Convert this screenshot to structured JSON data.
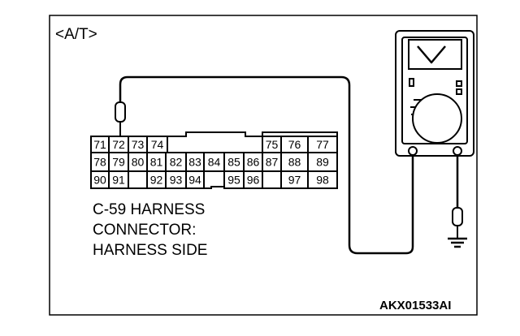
{
  "header": {
    "label": "<A/T>"
  },
  "connector": {
    "label_lines": [
      "C-59 HARNESS",
      "CONNECTOR:",
      "HARNESS SIDE"
    ],
    "rows": [
      [
        "71",
        "72",
        "73",
        "74",
        "75",
        "76",
        "77"
      ],
      [
        "78",
        "79",
        "80",
        "81",
        "82",
        "83",
        "84",
        "85",
        "86",
        "87",
        "88",
        "89"
      ],
      [
        "90",
        "91",
        "92",
        "93",
        "94",
        "95",
        "96",
        "97",
        "98"
      ]
    ],
    "probed_pin": "72"
  },
  "meter": {
    "display_symbol": "V",
    "function_mark": "V"
  },
  "footer": {
    "code": "AKX01533AI"
  }
}
